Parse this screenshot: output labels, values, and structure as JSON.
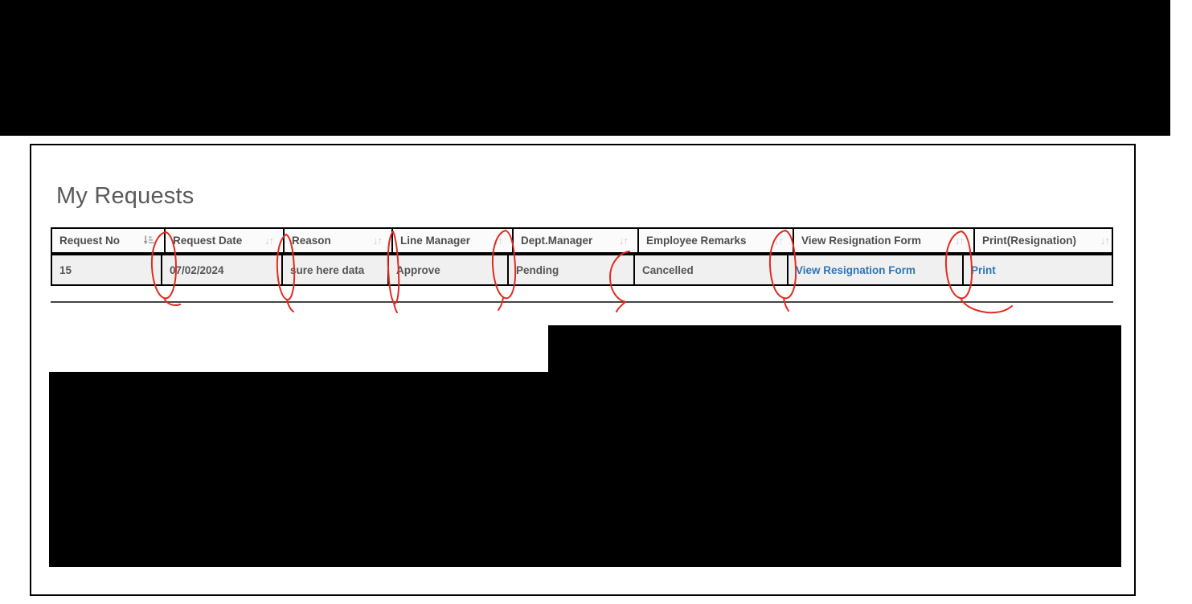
{
  "title": "My Requests",
  "table": {
    "columns": [
      {
        "label": "Request No",
        "sort_state": "sorted-asc"
      },
      {
        "label": "Request Date",
        "sort_state": "unsorted"
      },
      {
        "label": "Reason",
        "sort_state": "unsorted"
      },
      {
        "label": "Line Manager",
        "sort_state": "unsorted"
      },
      {
        "label": "Dept.Manager",
        "sort_state": "unsorted"
      },
      {
        "label": "Employee Remarks",
        "sort_state": "unsorted"
      },
      {
        "label": "View Resignation Form",
        "sort_state": "unsorted"
      },
      {
        "label": "Print(Resignation)",
        "sort_state": "unsorted"
      }
    ],
    "rows": [
      {
        "request_no": "15",
        "request_date": "07/02/2024",
        "reason": "sure here data",
        "line_manager": "Approve",
        "dept_manager": "Pending",
        "employee_remarks": "Cancelled",
        "view_resignation_form": "View Resignation Form",
        "print_resignation": "Print"
      }
    ]
  },
  "icons": {
    "unsorted_glyph": "↓↑",
    "sorted_icon_name": "sort-amount-ascending-icon"
  },
  "colors": {
    "link": "#2e75b6",
    "annotation_red": "#e02b20",
    "header_text": "#4d4d4d",
    "body_text": "#555555",
    "row_background": "#f0f0f0"
  },
  "annotations": {
    "count": 7,
    "color": "#e02b20"
  }
}
